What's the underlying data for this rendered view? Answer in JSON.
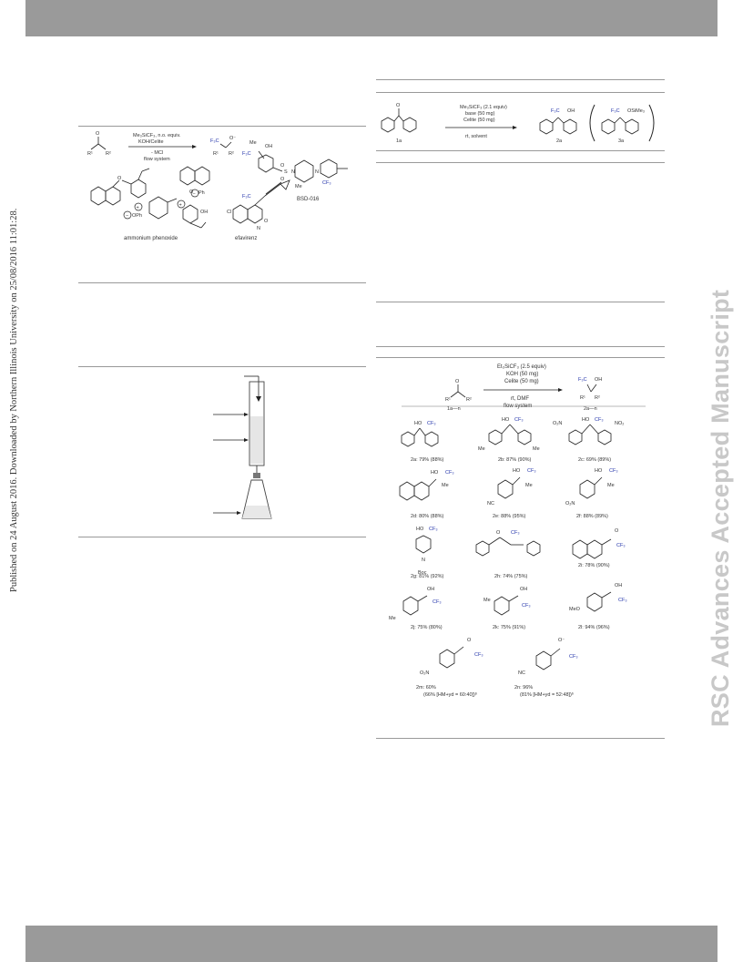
{
  "header": {
    "color": "#9a9a9a"
  },
  "footer": {
    "color": "#9a9a9a"
  },
  "sidebar_left": "Published on 24 August 2016. Downloaded by Northern Illinois University on 25/08/2016 11:01:28.",
  "watermark": "RSC Advances Accepted Manuscript",
  "figure1": {
    "reagents": [
      "Me₃SiCF₃, n.o. equiv.",
      "KOH/Celite",
      "- MCl",
      "flow system"
    ],
    "label_ammonium": "ammonium phenoxide",
    "label_efavirenz": "efavirenz",
    "label_bsd": "BSD-016"
  },
  "table1": {
    "reagents": [
      "Me₃SiCF₃ (2.1 equiv)",
      "base (50 mg)",
      "Celite (50 mg)"
    ],
    "conditions": "rt, solvent",
    "sm_label": "1a",
    "product_a": "2a",
    "product_b": "3a"
  },
  "scheme2": {
    "reagents": [
      "Et₃SiCF₃ (2.5 equiv)",
      "KOH (50 mg)",
      "Celite (50 mg)"
    ],
    "conditions": [
      "rt, DMF",
      "flow system"
    ],
    "sm_label": "1a—n",
    "product_label": "2a—n",
    "compounds": [
      {
        "id": "2a",
        "label": "2a: 79% (88%)"
      },
      {
        "id": "2b",
        "label": "2b: 87% (90%)"
      },
      {
        "id": "2c",
        "label": "2c: 69% (89%)"
      },
      {
        "id": "2d",
        "label": "2d: 80% (88%)"
      },
      {
        "id": "2e",
        "label": "2e: 88% (95%)"
      },
      {
        "id": "2f",
        "label": "2f: 88% (89%)"
      },
      {
        "id": "2g",
        "label": "2g: 81% (92%)"
      },
      {
        "id": "2h",
        "label": "2h: 74% (75%)"
      },
      {
        "id": "2i",
        "label": "2i: 78% (90%)"
      },
      {
        "id": "2j",
        "label": "2j: 75% (80%)"
      },
      {
        "id": "2k",
        "label": "2k: 75% (91%)"
      },
      {
        "id": "2l",
        "label": "2l: 94% (96%)"
      },
      {
        "id": "2m",
        "label": "2m: 60%",
        "sub": "(66% [HM+yd = 60:40])ᵇ"
      },
      {
        "id": "2n",
        "label": "2n: 96%",
        "sub": "(81% [HM+yd = 52:48])ᵇ"
      }
    ]
  }
}
